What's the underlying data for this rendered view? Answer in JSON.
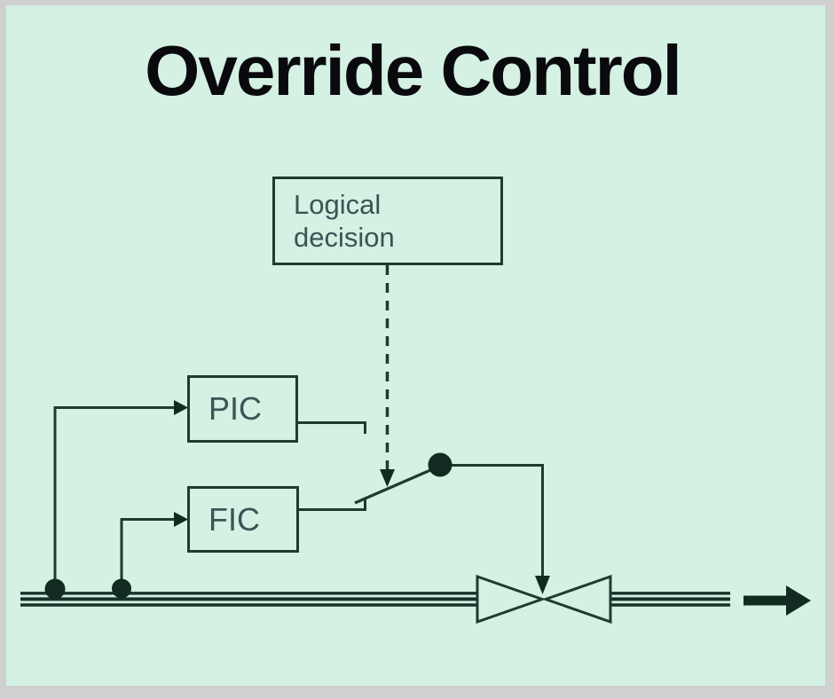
{
  "title": "Override Control",
  "boxes": {
    "logical_decision": {
      "label": "Logical\ndecision"
    },
    "pic": {
      "label": "PIC"
    },
    "fic": {
      "label": "FIC"
    }
  },
  "symbols": {
    "selector_switch": "override-selector-switch-icon",
    "control_valve": "control-valve-icon",
    "flow_arrow": "flow-direction-arrow-icon",
    "sensor_taps": "pipe-tap-junction-dots",
    "decision_signal": "dashed-decision-signal-arrow"
  },
  "colors": {
    "background": "#d4f1e3",
    "frame": "#d1d0d1",
    "line": "#1e3b30",
    "node_fill": "#122b20",
    "box_text": "#3a5457",
    "title_text": "#0a0a0e"
  }
}
